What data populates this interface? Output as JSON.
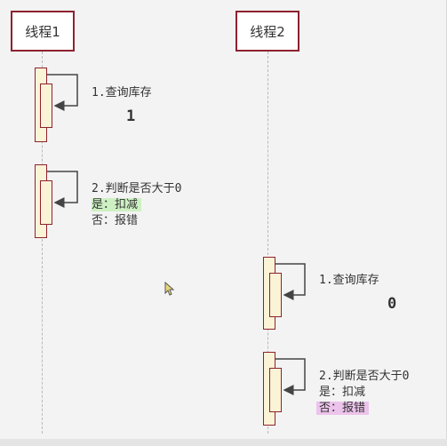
{
  "lifelines": {
    "thread1": "线程1",
    "thread2": "线程2"
  },
  "thread1": {
    "step1": {
      "text": "1.查询库存",
      "value": "1"
    },
    "step2": {
      "text": "2.判断是否大于0",
      "yes": "是：扣减",
      "no": "否：报错"
    }
  },
  "thread2": {
    "step1": {
      "text": "1.查询库存",
      "value": "0"
    },
    "step2": {
      "text": "2.判断是否大于0",
      "yes": "是：扣减",
      "no": "否：报错"
    }
  },
  "colors": {
    "border": "#8e2230",
    "activation_fill": "#fbf3d6",
    "highlight_green": "#cdf0c3",
    "highlight_pink": "#ecc3eb"
  },
  "icons": [
    "mouse-pointer-icon"
  ]
}
